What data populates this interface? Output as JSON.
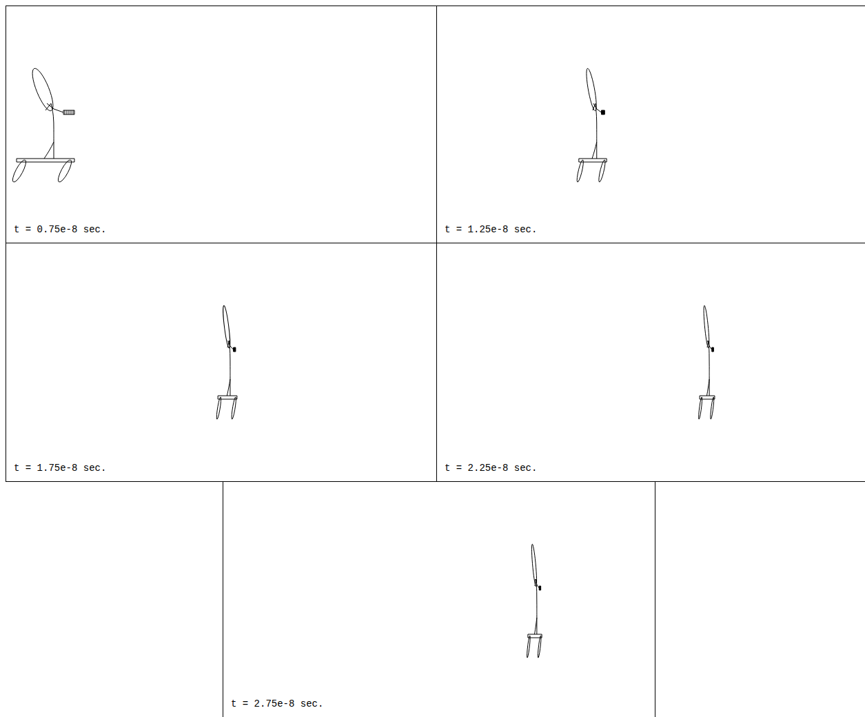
{
  "diagram": {
    "labels": [
      "t = 0.75e-8 sec.",
      "t = 1.25e-8 sec.",
      "t = 1.75e-8 sec.",
      "t = 2.25e-8 sec.",
      "t = 2.75e-8 sec."
    ]
  }
}
